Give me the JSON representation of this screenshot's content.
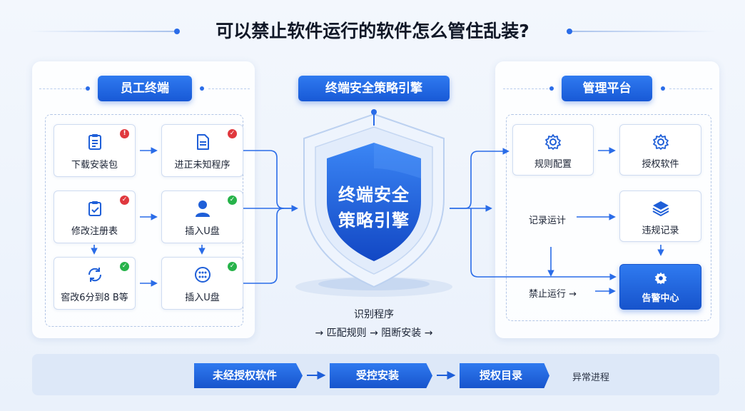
{
  "title": "可以禁止软件运行的软件怎么管住乱装?",
  "left_panel": {
    "header": "员工终端",
    "cards": [
      {
        "label": "下载安装包",
        "icon": "clipboard-list-icon",
        "status": "red"
      },
      {
        "label": "进正未知程序",
        "icon": "document-icon",
        "status": "red"
      },
      {
        "label": "修改注册表",
        "icon": "clipboard-check-icon",
        "status": "red"
      },
      {
        "label": "插入U盘",
        "icon": "user-icon",
        "status": "green"
      },
      {
        "label": "窖改6分到8 B等",
        "icon": "sync-icon",
        "status": "green"
      },
      {
        "label": "插入U盘",
        "icon": "grid-dots-icon",
        "status": "green"
      }
    ]
  },
  "center": {
    "header": "终端安全策略引擎",
    "shield_line1": "终端安全",
    "shield_line2": "策略引擎",
    "caption_line1": "识别程序",
    "caption_line2": "→ 匹配规则 → 阻断安装 →"
  },
  "right_panel": {
    "header": "管理平台",
    "rule_config": "规则配置",
    "authorized_software": "授权软件",
    "record_stats": "记录运计",
    "violation_record": "违规记录",
    "block_run": "禁止运行 →",
    "alert_center": "告警中心"
  },
  "bottom_flow": {
    "steps": [
      "未经授权软件",
      "受控安装",
      "授权目录"
    ],
    "trailing_text": "异常进程"
  },
  "colors": {
    "accent": "#2a6ce8",
    "accent_dark": "#1754cc",
    "ok": "#27b34a",
    "warn": "#e0383e"
  }
}
